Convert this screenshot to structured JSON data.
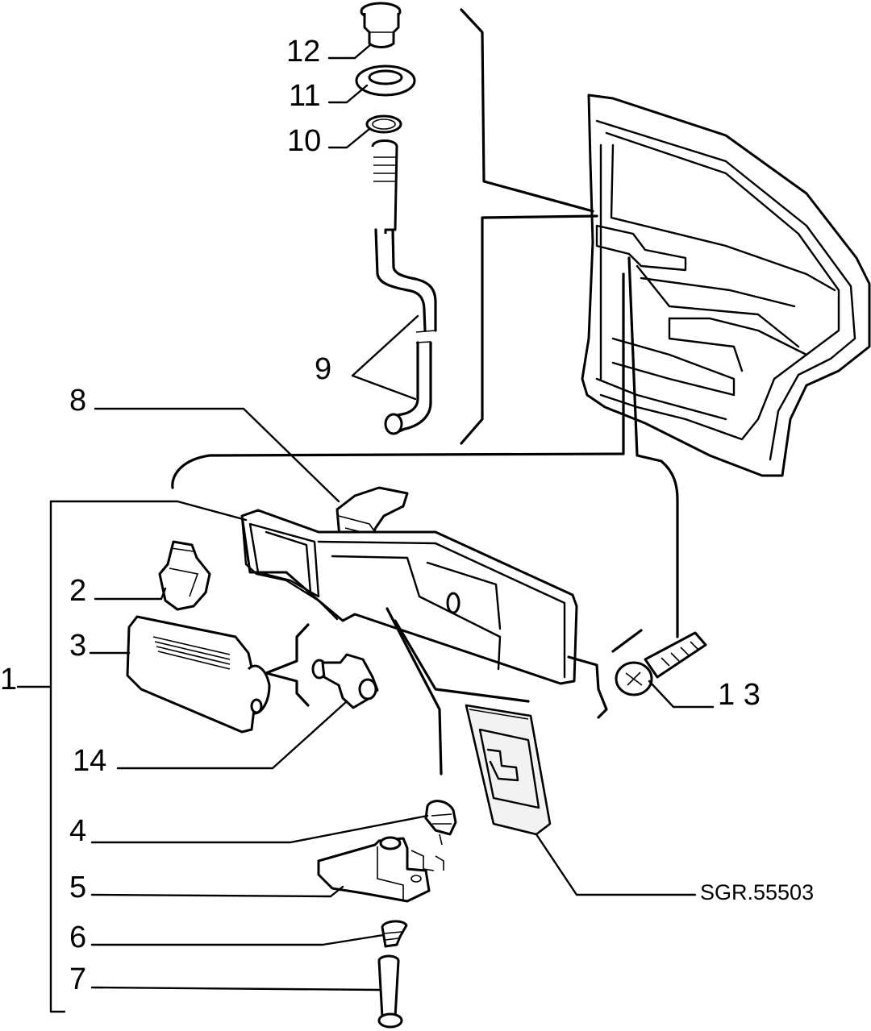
{
  "figure": {
    "reference_code": "SGR.55503"
  },
  "callouts": [
    {
      "id": "1",
      "label": "1"
    },
    {
      "id": "2",
      "label": "2"
    },
    {
      "id": "3",
      "label": "3"
    },
    {
      "id": "4",
      "label": "4"
    },
    {
      "id": "5",
      "label": "5"
    },
    {
      "id": "6",
      "label": "6"
    },
    {
      "id": "7",
      "label": "7"
    },
    {
      "id": "8",
      "label": "8"
    },
    {
      "id": "9",
      "label": "9"
    },
    {
      "id": "10",
      "label": "10"
    },
    {
      "id": "11",
      "label": "11"
    },
    {
      "id": "12",
      "label": "12"
    },
    {
      "id": "13",
      "label": "1 3"
    },
    {
      "id": "14",
      "label": "14"
    }
  ]
}
